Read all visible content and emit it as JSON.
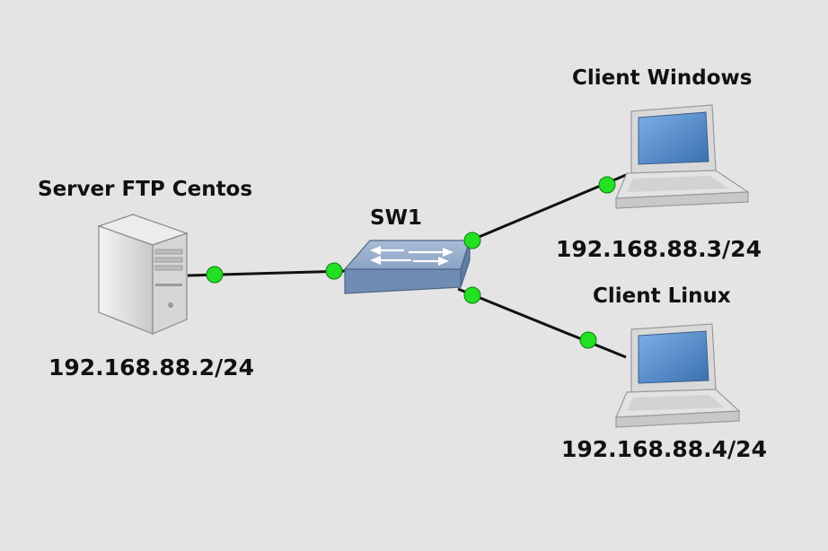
{
  "diagram": {
    "nodes": {
      "server": {
        "name": "Server FTP Centos",
        "ip": "192.168.88.2/24",
        "icon": "server-icon"
      },
      "switch": {
        "name": "SW1",
        "icon": "switch-icon"
      },
      "client_windows": {
        "name": "Client Windows",
        "ip": "192.168.88.3/24",
        "icon": "laptop-icon"
      },
      "client_linux": {
        "name": "Client Linux",
        "ip": "192.168.88.4/24",
        "icon": "laptop-icon"
      }
    },
    "links": [
      {
        "from": "Server FTP Centos",
        "to": "SW1"
      },
      {
        "from": "SW1",
        "to": "Client Windows"
      },
      {
        "from": "SW1",
        "to": "Client Linux"
      }
    ],
    "colors": {
      "background": "#e4e4e4",
      "link": "#111111",
      "port_up": "#22e022",
      "switch": "#7d99bd",
      "laptop_screen": "#4f86c4"
    }
  }
}
